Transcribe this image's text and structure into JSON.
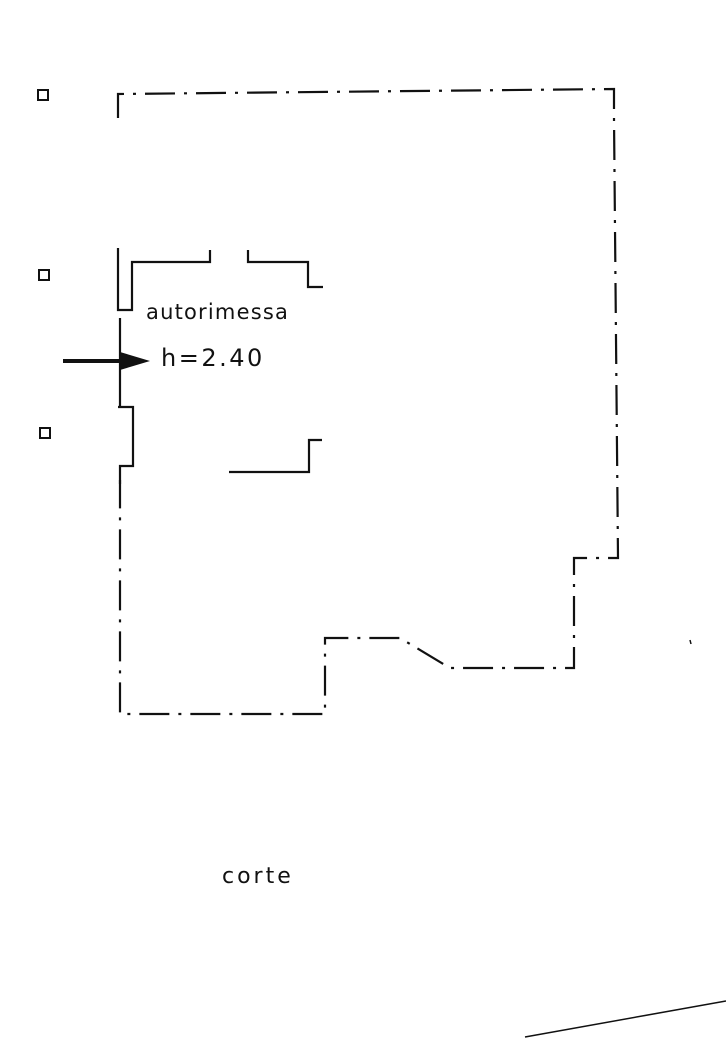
{
  "room": {
    "name": "autorimessa",
    "height": "h=2.40"
  },
  "courtyard": {
    "name": "corte"
  },
  "colors": {
    "ink": "#111111",
    "paper": "#ffffff"
  },
  "icons": {
    "entrance": "entrance-arrow-icon",
    "column": "column-marker-icon"
  }
}
